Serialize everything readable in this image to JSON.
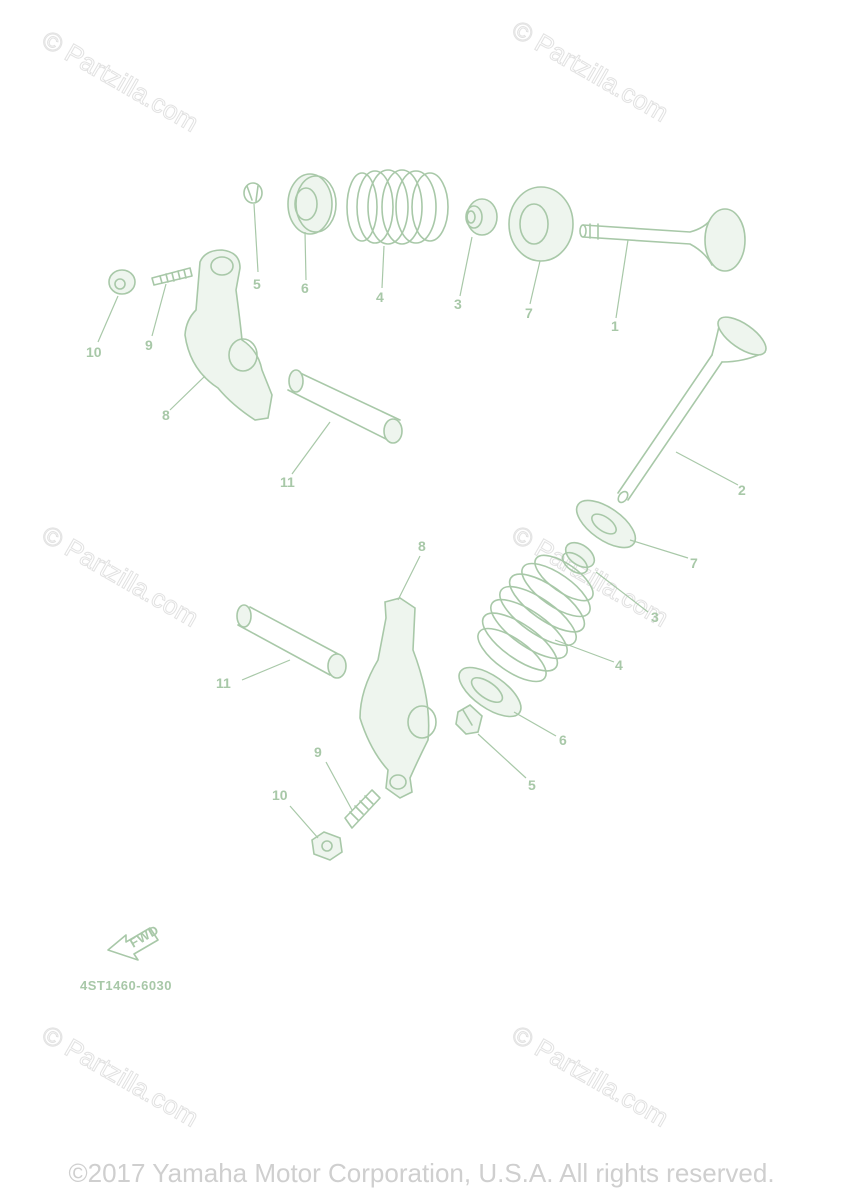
{
  "diagram": {
    "part_numbers_upper": [
      "5",
      "6",
      "4",
      "3",
      "7",
      "1",
      "10",
      "9",
      "8",
      "11",
      "2"
    ],
    "part_numbers_lower": [
      "7",
      "3",
      "8",
      "4",
      "11",
      "6",
      "9",
      "5",
      "10"
    ],
    "drawing_code": "4ST1460-6030",
    "fwd_label": "FWD"
  },
  "watermark": {
    "text": "© Partzilla.com"
  },
  "footer": {
    "copyright": "©2017 Yamaha Motor Corporation, U.S.A. All rights reserved."
  },
  "colors": {
    "line": "#a8c8a8",
    "watermark": "#e2e2e2",
    "copyright": "#cfcfcf"
  }
}
